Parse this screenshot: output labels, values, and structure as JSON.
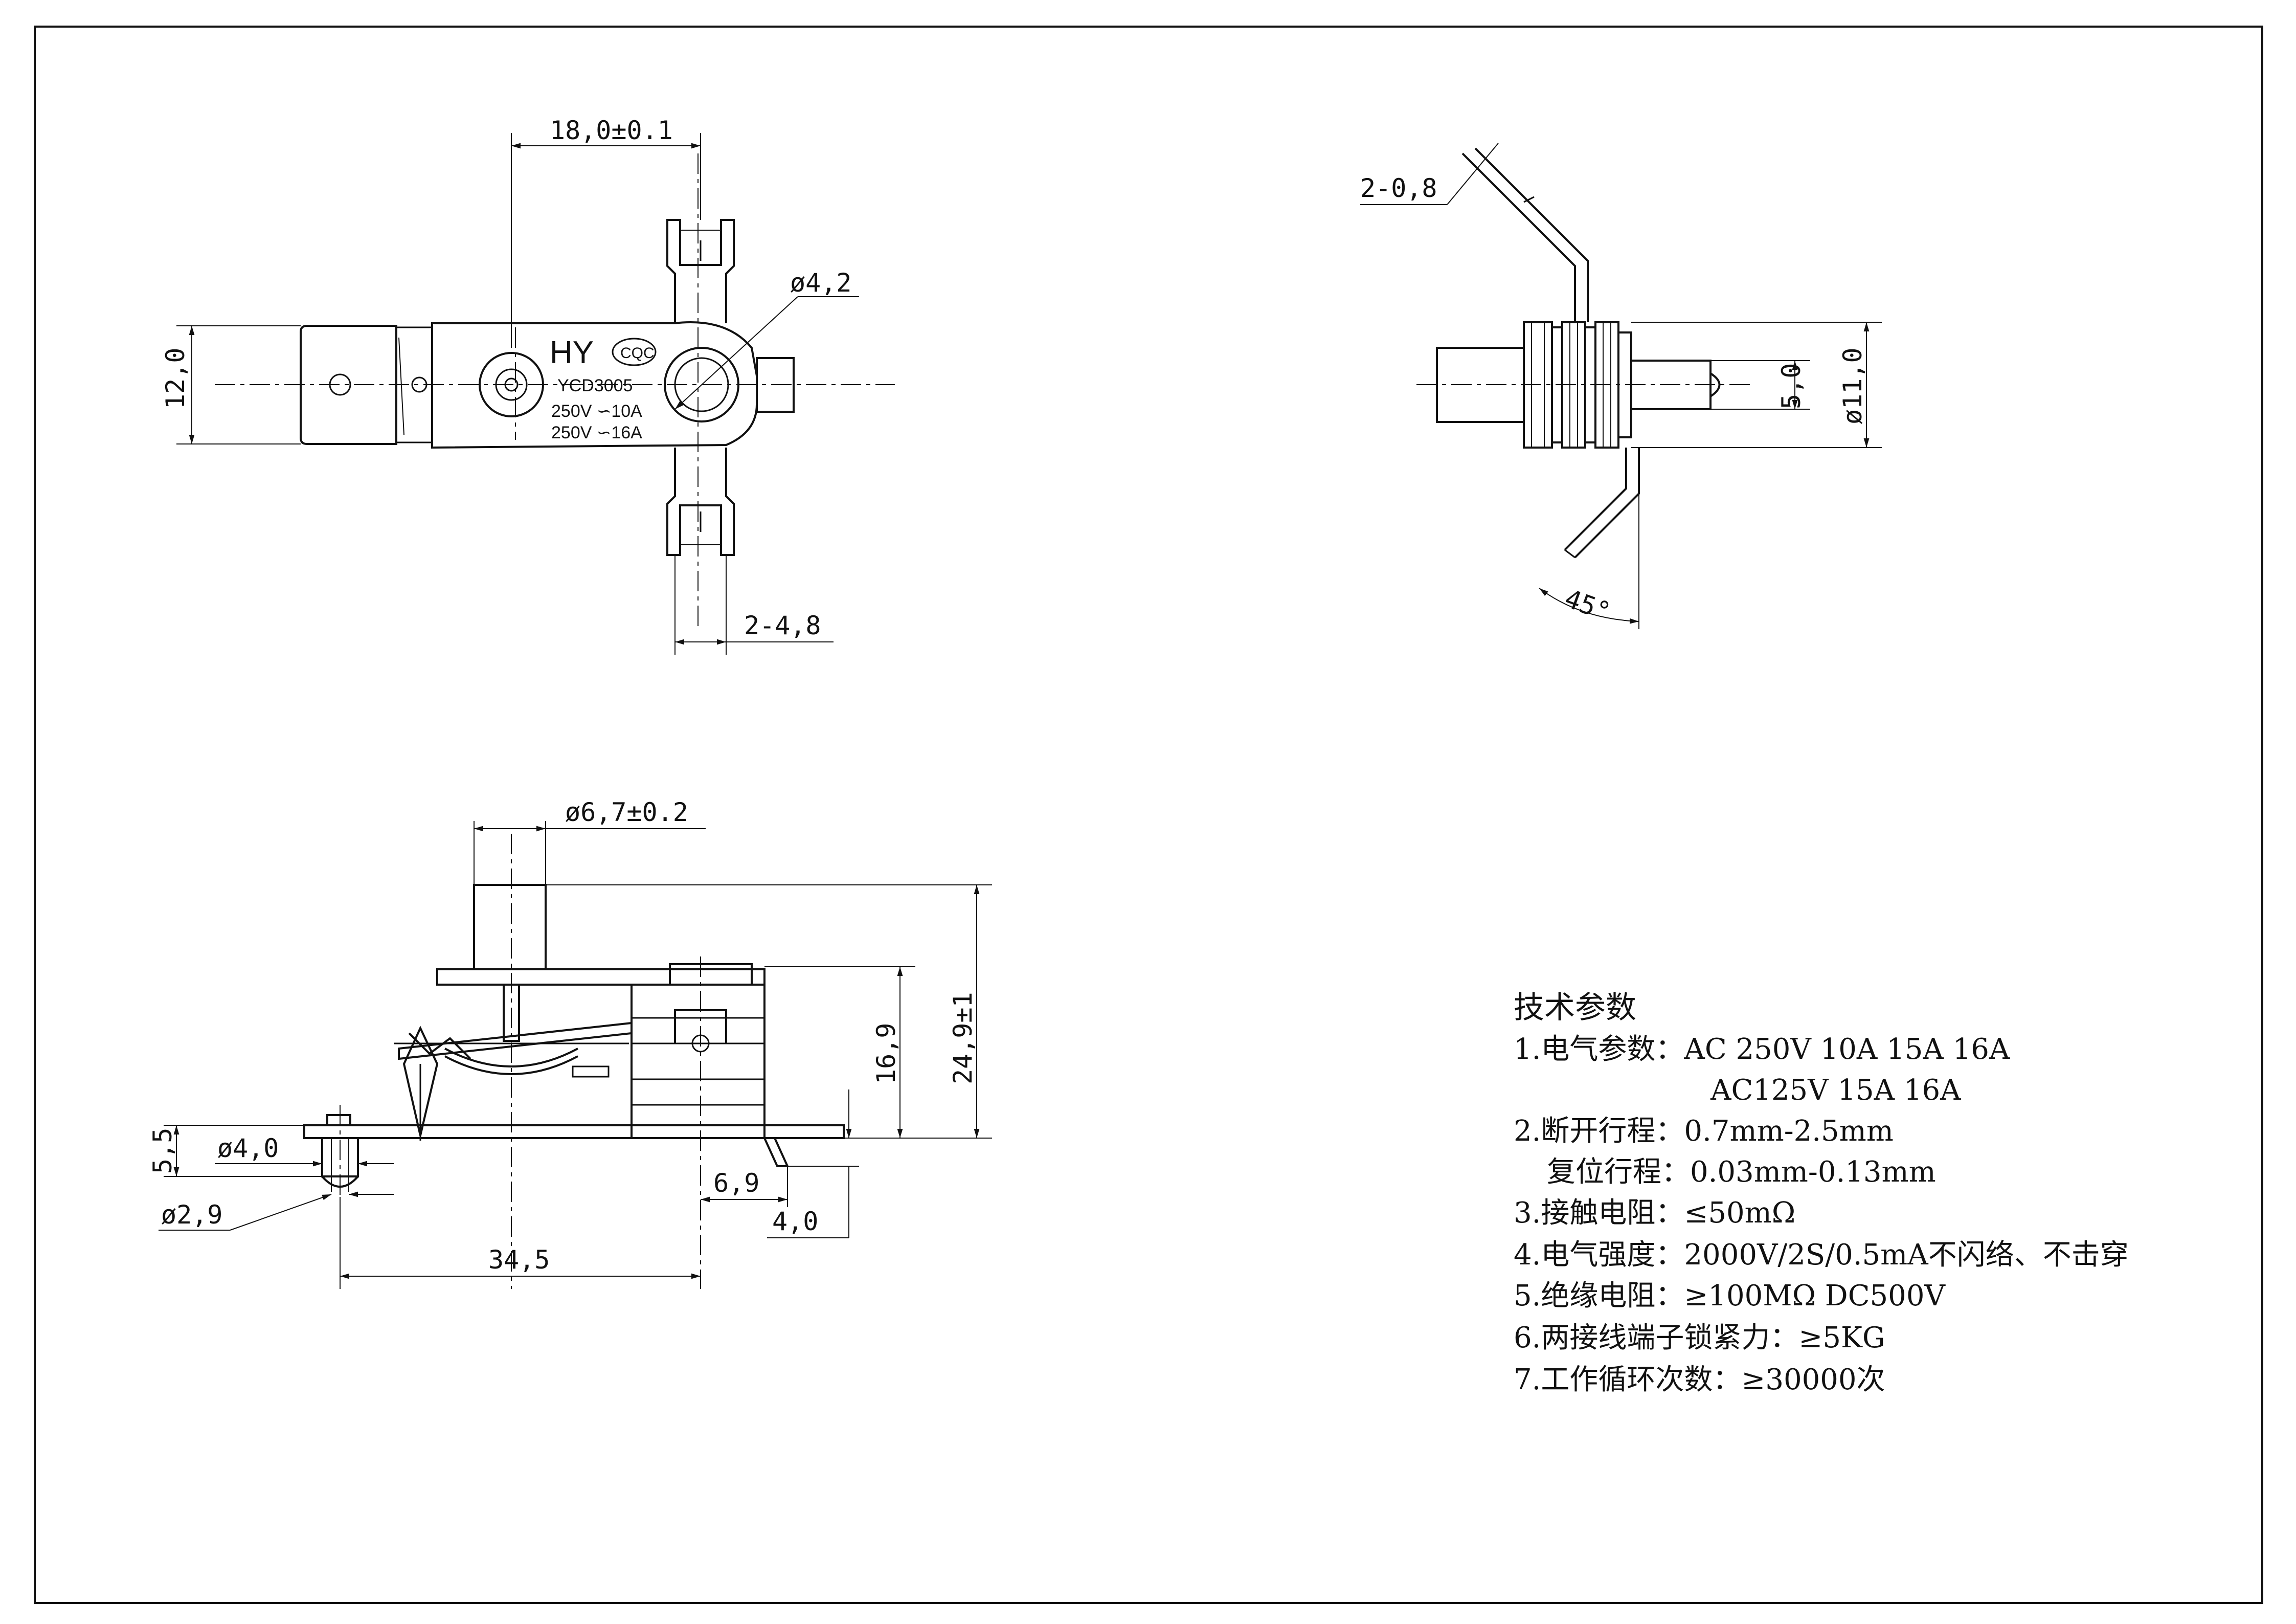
{
  "top_view": {
    "dim_width": "18,0±0.1",
    "dim_hole": "ø4,2",
    "dim_height": "12,0",
    "dim_terminal": "2-4,8",
    "brand": "HY",
    "cert_mark": "CQC",
    "model": "YCD3005",
    "rating_1": "250V ∽10A",
    "rating_2": "250V ∽16A"
  },
  "side_view_right": {
    "dim_plate": "2-0,8",
    "dim_small": "5,0",
    "dim_diameter": "ø11,0",
    "dim_angle": "45°"
  },
  "front_view": {
    "dim_shaft": "ø6,7±0.2",
    "dim_total_height": "24,9±1",
    "dim_body_height": "16,9",
    "dim_pin_height": "5,5",
    "dim_pin_dia": "ø4,0",
    "dim_pin_small": "ø2,9",
    "dim_offset": "6,9",
    "dim_bend": "4,0",
    "dim_length": "34,5"
  },
  "specs": {
    "title": "技术参数",
    "line1": "1.电气参数：AC 250V 10A 15A 16A",
    "line1b": "AC125V 15A 16A",
    "line2": "2.断开行程：0.7mm-2.5mm",
    "line2b": "复位行程：0.03mm-0.13mm",
    "line3": "3.接触电阻：≤50mΩ",
    "line4": "4.电气强度：2000V/2S/0.5mA不闪络、不击穿",
    "line5": "5.绝缘电阻：≥100MΩ DC500V",
    "line6": "6.两接线端子锁紧力：≥5KG",
    "line7": "7.工作循环次数：≥30000次"
  }
}
